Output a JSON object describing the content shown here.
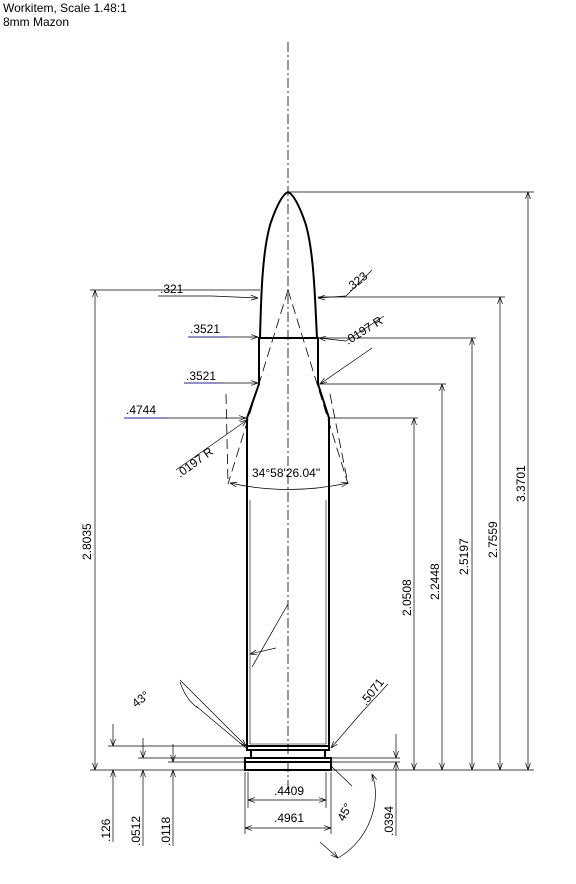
{
  "header": {
    "title": "Workitem, Scale 1.48:1",
    "subtitle": "8mm Mazon"
  },
  "dimensions": {
    "d_321": ".321",
    "d_323": ".323",
    "d_3521_a": ".3521",
    "d_0197r_a": ".0197 R",
    "d_3521_b": ".3521",
    "d_4744": ".4744",
    "d_0197r_b": ".0197 R",
    "shoulder_angle": "34°58'26.04\"",
    "len_28035": "2.8035",
    "len_20508": "2.0508",
    "len_22448": "2.2448",
    "len_25197": "2.5197",
    "len_27559": "2.7559",
    "len_33701": "3.3701",
    "angle_43": "43°",
    "d_5071": ".5071",
    "d_4409": ".4409",
    "d_4961": ".4961",
    "angle_45": "45°",
    "t_126": ".126",
    "t_0512": ".0512",
    "t_0118": ".0118",
    "t_0394": ".0394"
  }
}
